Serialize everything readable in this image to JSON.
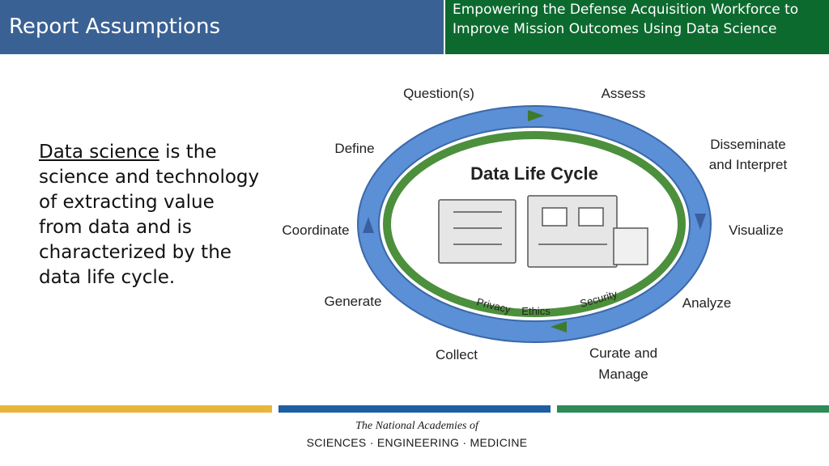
{
  "header": {
    "title": "Report Assumptions",
    "subtitle": "Empowering the Defense Acquisition Workforce to Improve Mission Outcomes Using Data Science"
  },
  "body": {
    "term": "Data science",
    "text": " is the science and technology of extracting value from data and is characterized by the data life cycle."
  },
  "diagram": {
    "center_title": "Data Life Cycle",
    "stages": {
      "questions": "Question(s)",
      "assess": "Assess",
      "define": "Define",
      "disseminate_1": "Disseminate",
      "disseminate_2": "and Interpret",
      "coordinate": "Coordinate",
      "visualize": "Visualize",
      "generate": "Generate",
      "analyze": "Analyze",
      "collect": "Collect",
      "curate_1": "Curate and",
      "curate_2": "Manage"
    },
    "ring_labels": {
      "privacy": "Privacy",
      "ethics": "Ethics",
      "security": "Security"
    }
  },
  "footer": {
    "logo_line1": "The National Academies of",
    "logo_line2": "SCIENCES · ENGINEERING · MEDICINE"
  },
  "colors": {
    "header_blue": "#3a6194",
    "header_green": "#0d6a2f",
    "ring_blue": "#5b8fd6",
    "ring_green": "#4c8f3c",
    "stripe_gold": "#e8b53a",
    "stripe_blue": "#1e5ea3",
    "stripe_green": "#2e8a57"
  }
}
